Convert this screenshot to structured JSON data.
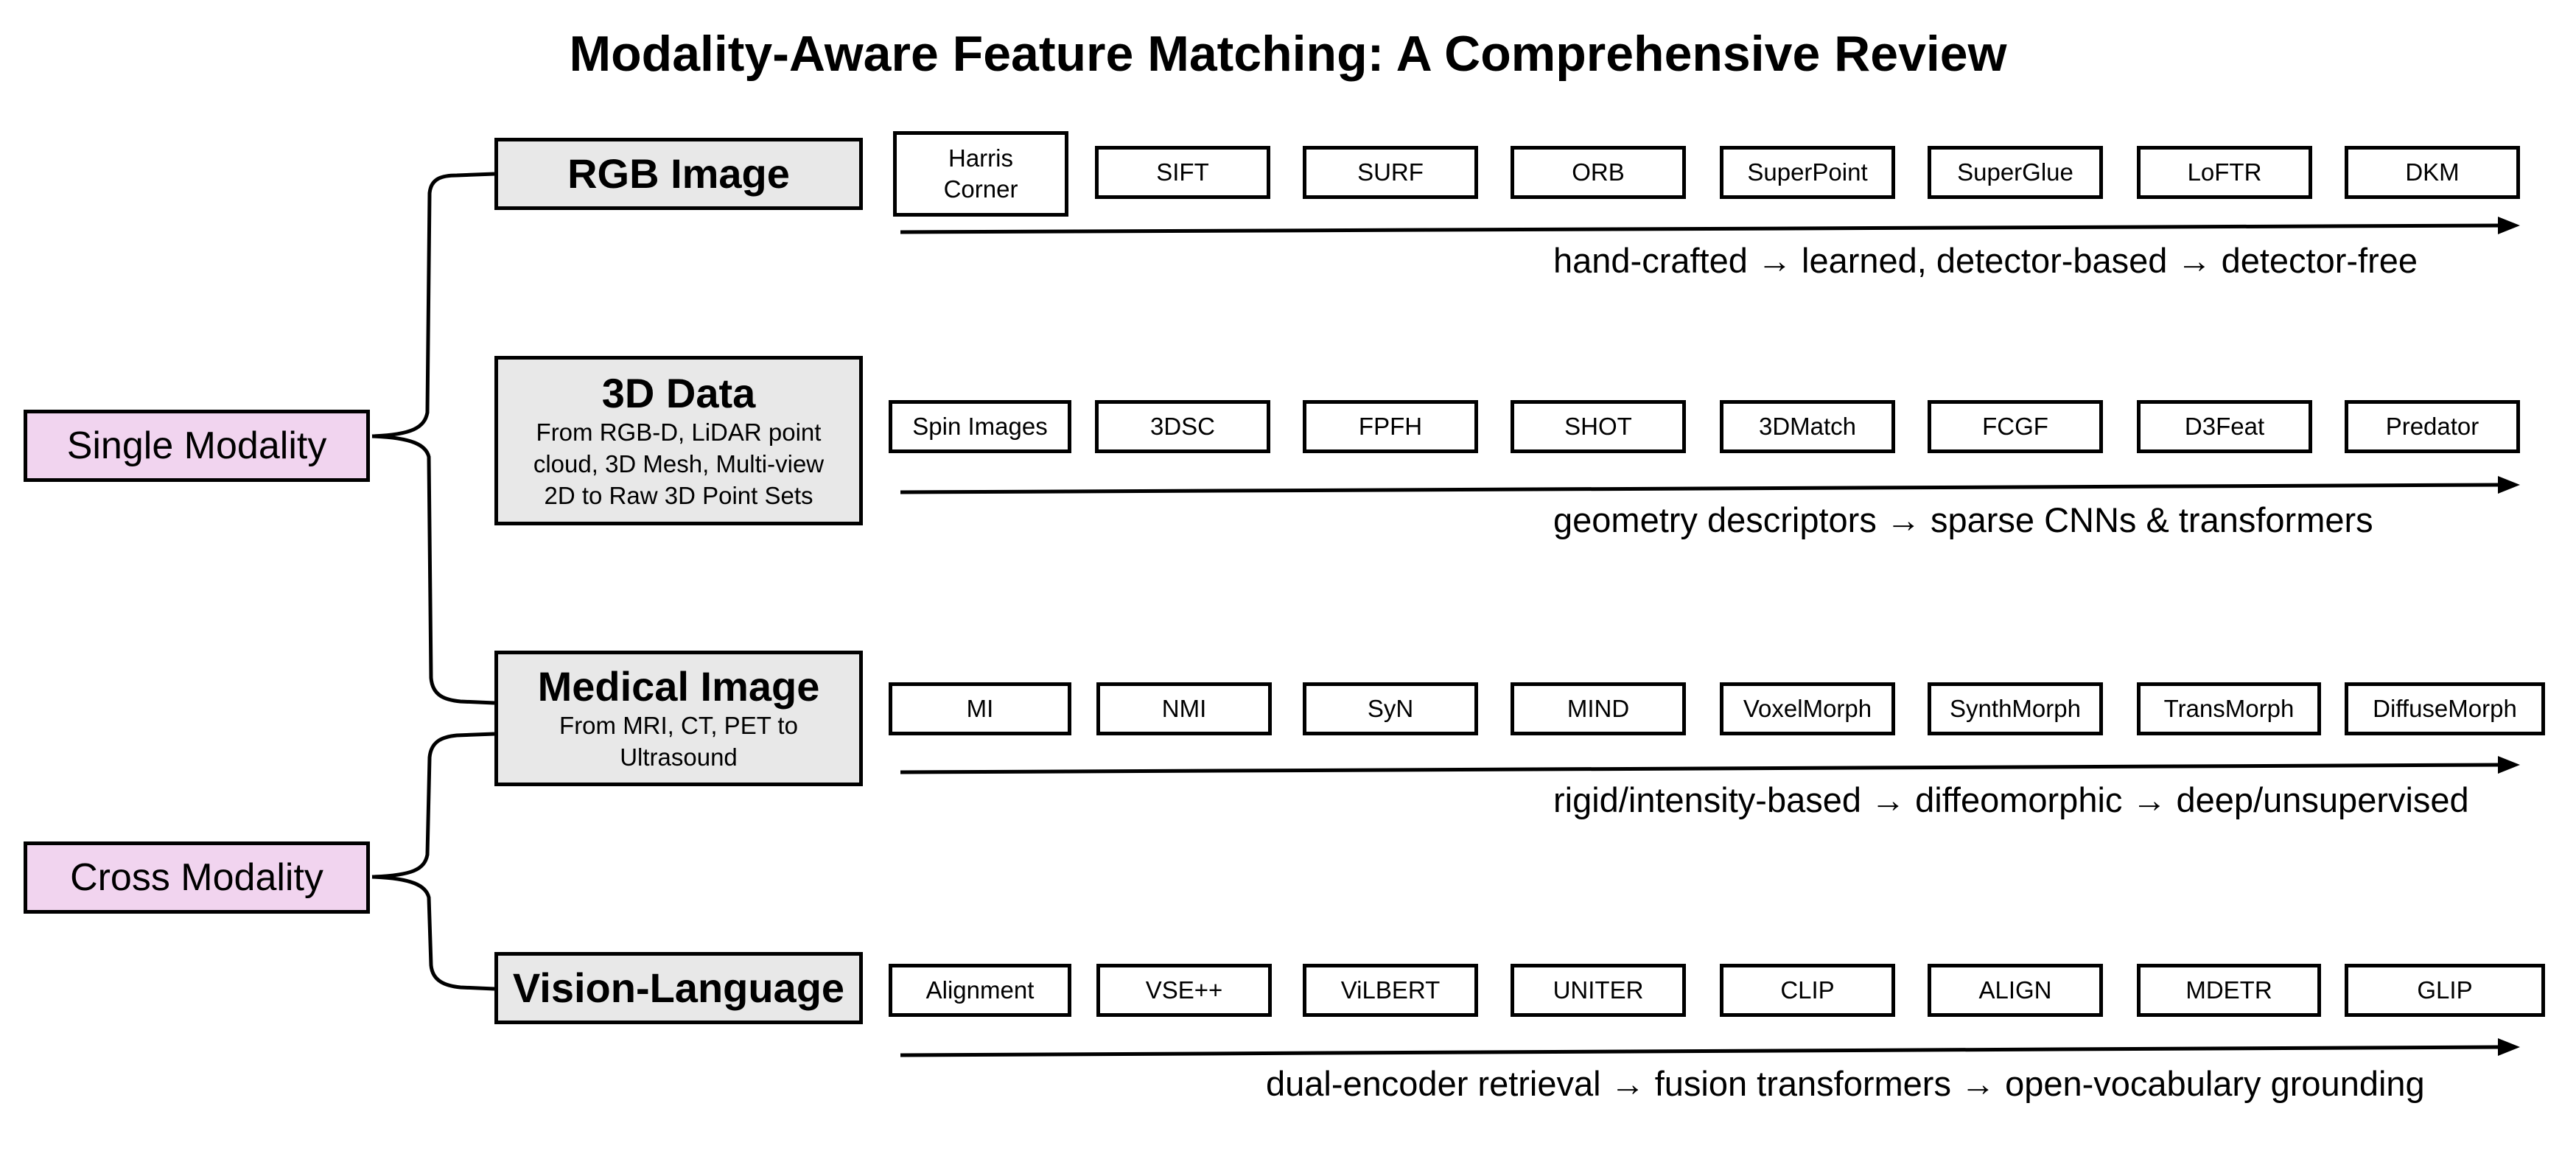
{
  "title": "Modality-Aware Feature Matching: A Comprehensive Review",
  "colors": {
    "modality_fill": "#f1d4ef",
    "data_type_fill": "#e8e8e8",
    "line": "#000000"
  },
  "modalities": [
    {
      "label": "Single Modality"
    },
    {
      "label": "Cross Modality"
    }
  ],
  "rows": [
    {
      "data_type": {
        "title": "RGB Image",
        "subtitle": ""
      },
      "methods": [
        "Harris\nCorner",
        "SIFT",
        "SURF",
        "ORB",
        "SuperPoint",
        "SuperGlue",
        "LoFTR",
        "DKM"
      ],
      "caption": "hand-crafted → learned, detector-based → detector-free"
    },
    {
      "data_type": {
        "title": "3D Data",
        "subtitle": "From RGB-D, LiDAR point cloud, 3D Mesh, Multi-view 2D to Raw 3D Point Sets"
      },
      "methods": [
        "Spin Images",
        "3DSC",
        "FPFH",
        "SHOT",
        "3DMatch",
        "FCGF",
        "D3Feat",
        "Predator"
      ],
      "caption": "geometry descriptors → sparse CNNs & transformers"
    },
    {
      "data_type": {
        "title": "Medical Image",
        "subtitle": "From MRI, CT, PET to Ultrasound"
      },
      "methods": [
        "MI",
        "NMI",
        "SyN",
        "MIND",
        "VoxelMorph",
        "SynthMorph",
        "TransMorph",
        "DiffuseMorph"
      ],
      "caption": "rigid/intensity-based → diffeomorphic → deep/unsupervised"
    },
    {
      "data_type": {
        "title": "Vision-Language",
        "subtitle": ""
      },
      "methods": [
        "Alignment",
        "VSE++",
        "ViLBERT",
        "UNITER",
        "CLIP",
        "ALIGN",
        "MDETR",
        "GLIP"
      ],
      "caption": "dual-encoder retrieval → fusion transformers → open-vocabulary grounding"
    }
  ]
}
